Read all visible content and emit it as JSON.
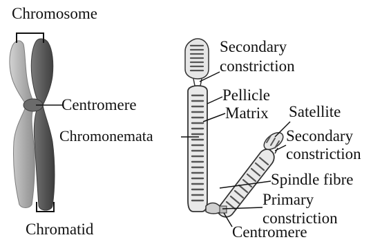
{
  "labels": {
    "chromosome": "Chromosome",
    "centromere_left": "Centromere",
    "chromatid": "Chromatid",
    "secondary_constriction_top_1": "Secondary",
    "secondary_constriction_top_2": "constriction",
    "pellicle": "Pellicle",
    "matrix": "Matrix",
    "chromonemata": "Chromonemata",
    "satellite": "Satellite",
    "secondary_constriction_right_1": "Secondary",
    "secondary_constriction_right_2": "constriction",
    "spindle_fibre": "Spindle fibre",
    "primary_constriction_1": "Primary",
    "primary_constriction_2": "constriction",
    "centromere_right": "Centromere"
  },
  "colors": {
    "chromatid_light": "#b5b5b5",
    "chromatid_dark": "#5e5e5e",
    "outline": "#333333",
    "fill_pale": "#e6e6e6",
    "text": "#111111"
  }
}
